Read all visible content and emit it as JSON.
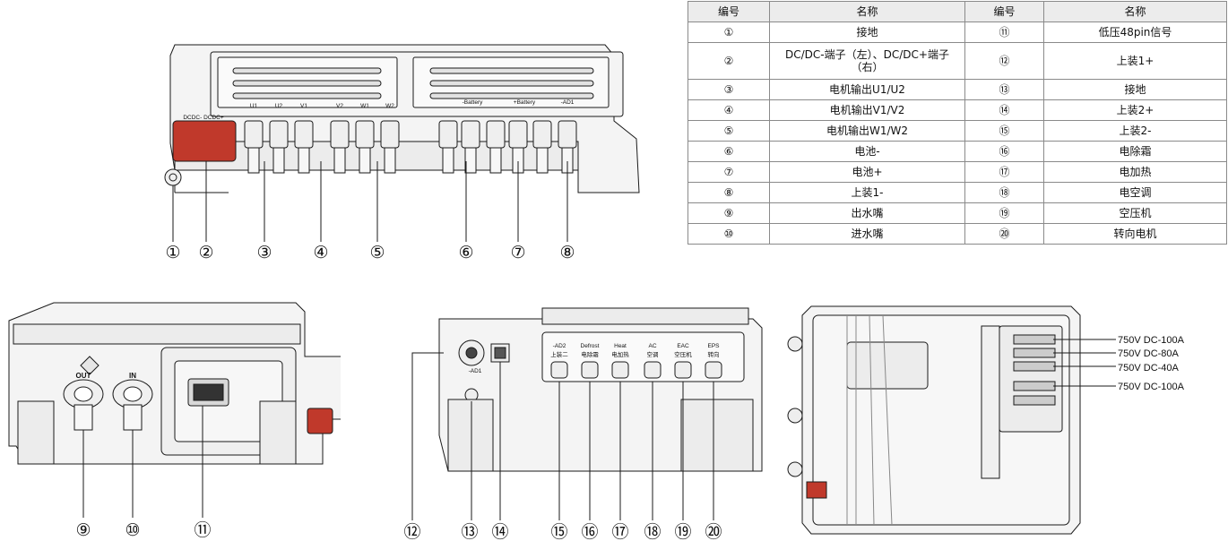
{
  "table": {
    "headers": [
      "编号",
      "名称",
      "编号",
      "名称"
    ],
    "rows": [
      {
        "n1": "①",
        "name1": "接地",
        "n2": "⑪",
        "name2": "低压48pin信号"
      },
      {
        "n1": "②",
        "name1": "DC/DC-端子（左）、DC/DC+端子（右）",
        "n2": "⑫",
        "name2": "上装1+"
      },
      {
        "n1": "③",
        "name1": "电机输出U1/U2",
        "n2": "⑬",
        "name2": "接地"
      },
      {
        "n1": "④",
        "name1": "电机输出V1/V2",
        "n2": "⑭",
        "name2": "上装2+"
      },
      {
        "n1": "⑤",
        "name1": "电机输出W1/W2",
        "n2": "⑮",
        "name2": "上装2-"
      },
      {
        "n1": "⑥",
        "name1": "电池-",
        "n2": "⑯",
        "name2": "电除霜"
      },
      {
        "n1": "⑦",
        "name1": "电池+",
        "n2": "⑰",
        "name2": "电加热"
      },
      {
        "n1": "⑧",
        "name1": "上装1-",
        "n2": "⑱",
        "name2": "电空调"
      },
      {
        "n1": "⑨",
        "name1": "出水嘴",
        "n2": "⑲",
        "name2": "空压机"
      },
      {
        "n1": "⑩",
        "name1": "进水嘴",
        "n2": "⑳",
        "name2": "转向电机"
      }
    ]
  },
  "callouts": {
    "top": [
      "①",
      "②",
      "③",
      "④",
      "⑤",
      "⑥",
      "⑦",
      "⑧"
    ],
    "left": [
      "⑨",
      "⑩",
      "⑪"
    ],
    "middle": [
      "⑫",
      "⑬",
      "⑭",
      "⑮",
      "⑯",
      "⑰",
      "⑱",
      "⑲",
      "⑳"
    ]
  },
  "housing_labels": {
    "top_connectors": [
      "U1",
      "U2",
      "V1",
      "V2",
      "W1",
      "W2"
    ],
    "dcdc": "DCDC-  DCDC+",
    "battery_minus": "-Battery",
    "battery_plus": "+Battery",
    "ad1": "-AD1",
    "outlet": "OUT",
    "inlet": "IN",
    "aux_ports": [
      "-AD2",
      "Defrost",
      "Heat",
      "AC",
      "EAC",
      "EPS"
    ],
    "aux_sub": [
      "上装二",
      "电除霜",
      "电加热",
      "空调",
      "空压机",
      "转向"
    ]
  },
  "ratings": [
    "750V DC-100A",
    "750V DC-80A",
    "750V DC-40A",
    "750V DC-100A"
  ],
  "colors": {
    "line": "#1a1a1a",
    "housing": "#f4f4f4",
    "dcdc_red": "#c0392b",
    "table_border": "#8a8a8a",
    "header_bg": "#ececec"
  }
}
